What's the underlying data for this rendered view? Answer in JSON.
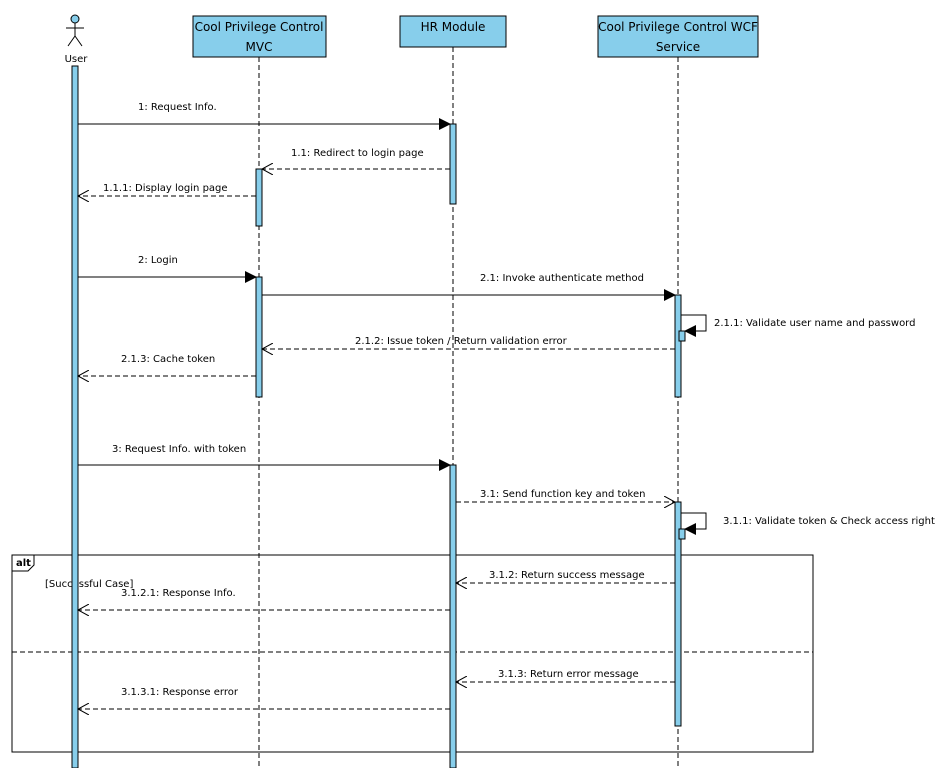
{
  "actor": {
    "name": "User"
  },
  "participants": [
    {
      "id": "mvc",
      "line1": "Cool Privilege Control",
      "line2": "MVC"
    },
    {
      "id": "hr",
      "line1": "HR Module",
      "line2": ""
    },
    {
      "id": "wcf",
      "line1": "Cool Privilege Control WCF",
      "line2": "Service"
    }
  ],
  "messages": [
    {
      "id": "m1",
      "text": "1: Request Info.",
      "from": "user",
      "to": "hr",
      "kind": "sync"
    },
    {
      "id": "m11",
      "text": "1.1: Redirect to login page",
      "from": "hr",
      "to": "mvc",
      "kind": "reply"
    },
    {
      "id": "m111",
      "text": "1.1.1: Display login page",
      "from": "mvc",
      "to": "user",
      "kind": "reply"
    },
    {
      "id": "m2",
      "text": "2: Login",
      "from": "user",
      "to": "mvc",
      "kind": "sync"
    },
    {
      "id": "m21",
      "text": "2.1: Invoke authenticate method",
      "from": "mvc",
      "to": "wcf",
      "kind": "sync"
    },
    {
      "id": "m211",
      "text": "2.1.1: Validate user name and password",
      "from": "wcf",
      "to": "wcf",
      "kind": "self"
    },
    {
      "id": "m212",
      "text": "2.1.2: Issue token / Return validation error",
      "from": "wcf",
      "to": "mvc",
      "kind": "reply"
    },
    {
      "id": "m213",
      "text": "2.1.3: Cache token",
      "from": "mvc",
      "to": "user",
      "kind": "reply"
    },
    {
      "id": "m3",
      "text": "3: Request Info. with token",
      "from": "user",
      "to": "hr",
      "kind": "sync"
    },
    {
      "id": "m31",
      "text": "3.1: Send function key and token",
      "from": "hr",
      "to": "wcf",
      "kind": "async"
    },
    {
      "id": "m311",
      "text": "3.1.1: Validate token & Check access right",
      "from": "wcf",
      "to": "wcf",
      "kind": "self"
    },
    {
      "id": "m312",
      "text": "3.1.2: Return success message",
      "from": "wcf",
      "to": "hr",
      "kind": "reply"
    },
    {
      "id": "m3121",
      "text": "3.1.2.1: Response Info.",
      "from": "hr",
      "to": "user",
      "kind": "reply"
    },
    {
      "id": "m313",
      "text": "3.1.3: Return error message",
      "from": "wcf",
      "to": "hr",
      "kind": "reply"
    },
    {
      "id": "m3131",
      "text": "3.1.3.1: Response error",
      "from": "hr",
      "to": "user",
      "kind": "reply"
    }
  ],
  "fragment": {
    "operator": "alt",
    "guard": "[Successful Case]"
  },
  "colors": {
    "participant_fill": "#87CEEB",
    "activation_fill": "#87CEEB",
    "line": "#000000"
  }
}
